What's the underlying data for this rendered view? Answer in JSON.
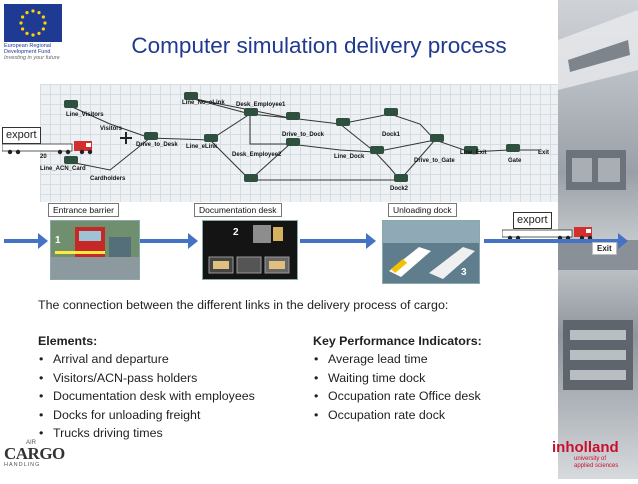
{
  "header": {
    "title": "Computer simulation delivery process",
    "eu_logo": {
      "line1": "European Regional",
      "line2": "Development Fund",
      "tagline": "Investing in your future"
    }
  },
  "simulation": {
    "nodes": [
      "Line_Visitors",
      "Line_No_eLink",
      "Desk_Employee1",
      "Visitors",
      "Drive_to_Desk",
      "Line_eLink",
      "Drive_to_Dock",
      "Dock1",
      "20",
      "Line_ACN_Card",
      "Cardholders",
      "Desk_Employee2",
      "Line_Dock",
      "Drive_to_Gate",
      "Line_Exit",
      "Gate",
      "Exit",
      "Dock2"
    ]
  },
  "flow": {
    "export_left": "export",
    "export_right": "export",
    "exit_label": "Exit",
    "stations": [
      {
        "label": "Entrance barrier",
        "number": "1"
      },
      {
        "label": "Documentation desk",
        "number": "2"
      },
      {
        "label": "Unloading dock",
        "number": "3"
      }
    ]
  },
  "body": {
    "connection_text": "The connection between the different links in the delivery process of cargo:",
    "elements": {
      "heading": "Elements:",
      "items": [
        "Arrival and departure",
        "Visitors/ACN-pass holders",
        "Documentation desk with employees",
        "Docks for unloading freight",
        "Trucks driving times"
      ]
    },
    "kpis": {
      "heading": "Key Performance Indicators:",
      "items": [
        "Average lead time",
        "Waiting time dock",
        "Occupation rate Office desk",
        "Occupation rate dock"
      ]
    }
  },
  "footer": {
    "cargo_logo": {
      "top": "AIR",
      "main": "CARGO",
      "bottom": "HANDLING"
    },
    "inholland_logo": {
      "name": "inholland",
      "sub1": "university of",
      "sub2": "applied sciences"
    }
  },
  "colors": {
    "title": "#1f3a8f",
    "eu_blue": "#1f3a93",
    "flow_arrow": "#4472c4",
    "truck_red": "#d32f2f",
    "inholland_red": "#c8102e"
  }
}
